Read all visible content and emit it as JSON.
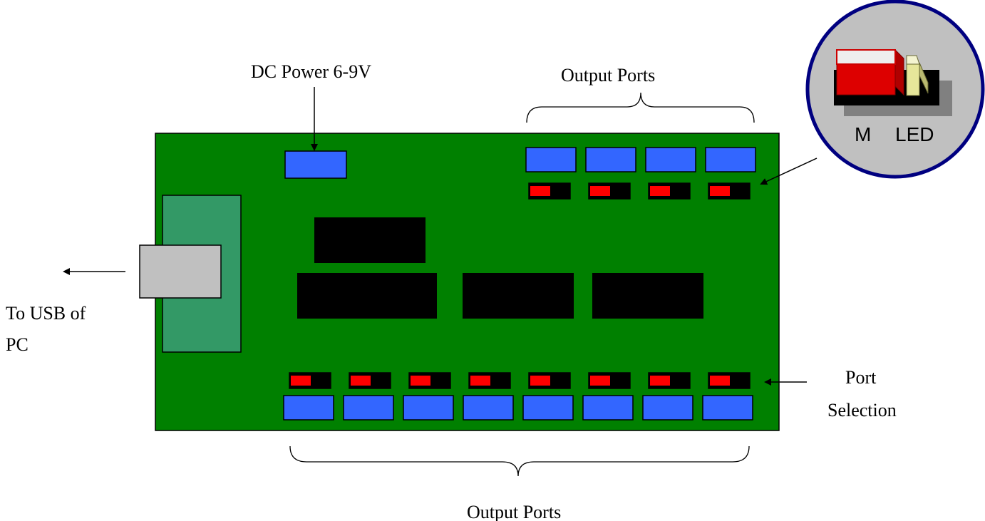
{
  "labels": {
    "dc_power": "DC Power 6-9V",
    "output_ports_top": "Output Ports",
    "output_ports_bottom": "Output Ports",
    "usb_line1": "To USB of",
    "usb_line2": "PC",
    "port_selection_line1": "Port",
    "port_selection_line2": "Selection",
    "inset_m": "M",
    "inset_led": "LED"
  },
  "board": {
    "top_output_port_count": 4,
    "bottom_output_port_count": 8,
    "chip_count": 4
  },
  "colors": {
    "board": "#008000",
    "port": "#3366ff",
    "switch_red": "#ff0000",
    "switch_black": "#000000",
    "chip": "#000000",
    "usb_mount": "#339966",
    "usb_connector": "#c0c0c0",
    "inset_fill": "#c0c0c0",
    "inset_border": "#000080",
    "jumper_red": "#dd0000",
    "jumper_yellow": "#e6e69a"
  }
}
